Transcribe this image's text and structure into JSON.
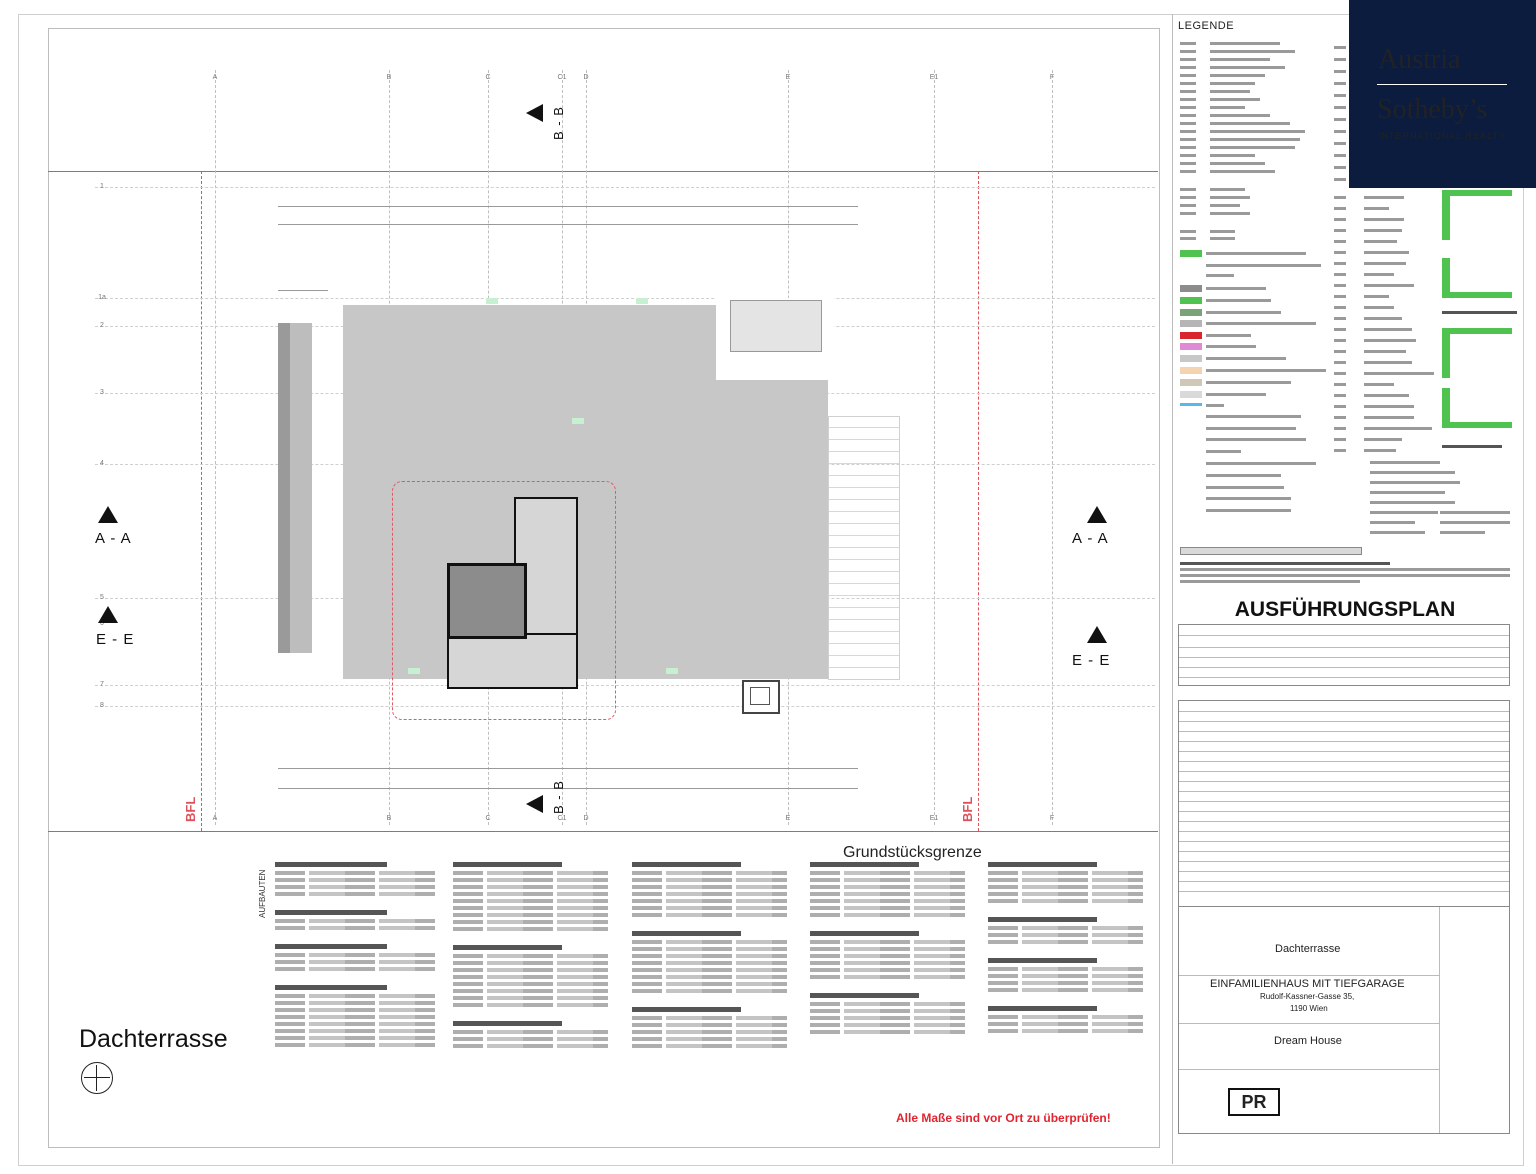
{
  "drawing": {
    "sheet_type": "AUSFÜHRUNGSPLAN",
    "plan_title": "Dachterrasse",
    "boundary_label": "Grundstücksgrenze",
    "warning": "Alle Maße sind vor Ort zu überprüfen!",
    "aufbauten_label": "AUFBAUTEN",
    "bfl_label": "BFL",
    "sections": {
      "aa_left": "A - A",
      "aa_right": "A - A",
      "ee_left": "E - E",
      "ee_right": "E - E",
      "bb_top": "B - B",
      "bb_bottom": "B - B"
    },
    "axes_top": [
      "A",
      "B",
      "C",
      "C1",
      "D",
      "E",
      "E1",
      "F"
    ],
    "axes_left": [
      "1",
      "1a",
      "2",
      "3",
      "4",
      "5",
      "6",
      "7",
      "8"
    ]
  },
  "legend": {
    "title": "LEGENDE",
    "colors": {
      "green": "#4fc24f",
      "grey": "#8c8c8c",
      "red": "#d7262d",
      "pink": "#e08ad6",
      "lightgrey": "#c8c8c8",
      "peach": "#f4d3b0",
      "lightblue": "#58b8e8"
    }
  },
  "logo": {
    "line1": "Austria",
    "line2": "Sotheby’s",
    "line3": "INTERNATIONAL REALTY",
    "bg": "#0b1c3f"
  },
  "title_block": {
    "plan_content": "Dachterrasse",
    "project": "EINFAMILIENHAUS MIT TIEFGARAGE",
    "address": "Rudolf-Kassner-Gasse 35,",
    "city": "1190 Wien",
    "client": "Dream House",
    "office_logo": "PR"
  }
}
